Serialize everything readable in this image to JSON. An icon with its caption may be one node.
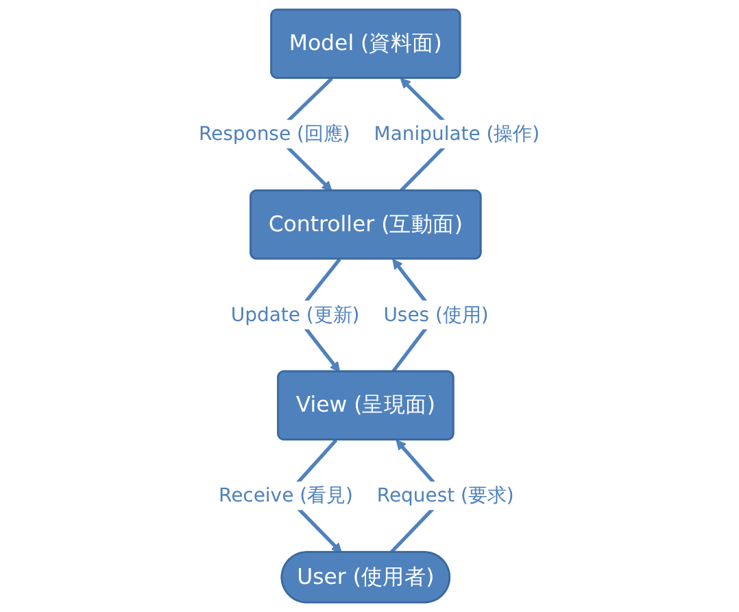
{
  "diagram": {
    "nodes": [
      {
        "text": [
          "Model (資料面)"
        ]
      },
      {
        "text": [
          "Controller (互動面)"
        ]
      },
      {
        "text": [
          "View (呈現面)"
        ]
      },
      {
        "text": [
          "User (使用者)"
        ]
      }
    ],
    "edges": [
      {
        "from": 0,
        "to": 1,
        "arrow": "to",
        "label": "Response (回應)"
      },
      {
        "from": 1,
        "to": 0,
        "arrow": "to",
        "label": "Manipulate (操作)"
      },
      {
        "from": 1,
        "to": 2,
        "arrow": "to",
        "label": "Update (更新)"
      },
      {
        "from": 2,
        "to": 1,
        "arrow": "to",
        "label": "Uses (使用)"
      },
      {
        "from": 2,
        "to": 3,
        "arrow": "to",
        "label": "Receive (看見)"
      },
      {
        "from": 3,
        "to": 2,
        "arrow": "to",
        "label": "Request (要求)"
      }
    ]
  }
}
